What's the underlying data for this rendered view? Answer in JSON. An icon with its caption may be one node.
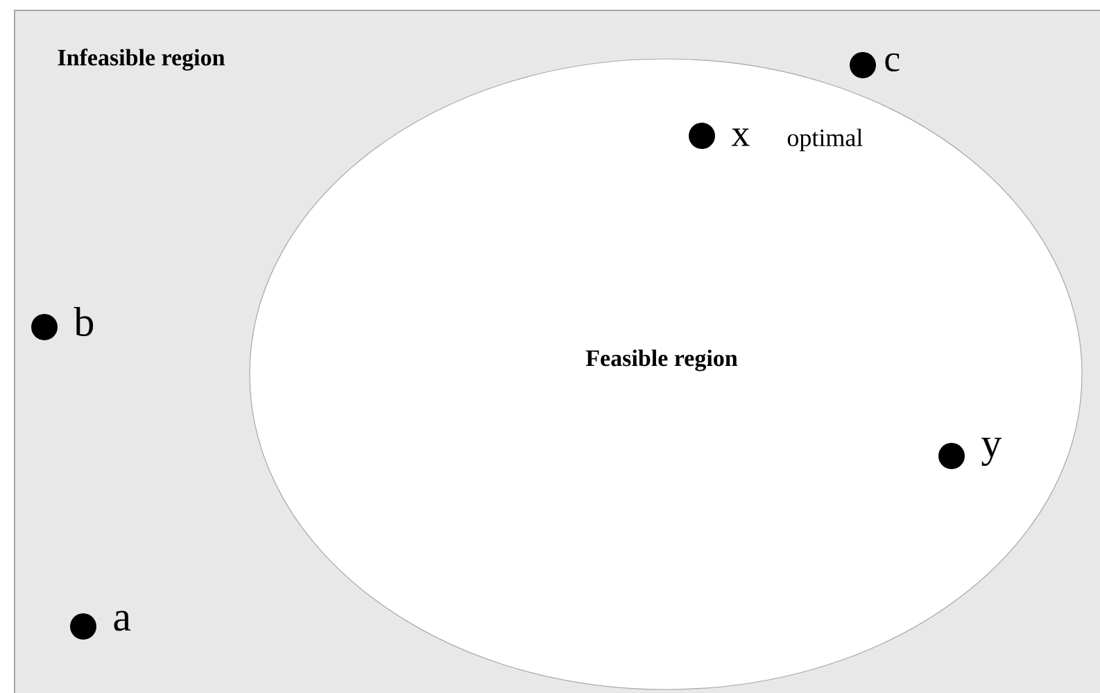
{
  "diagram": {
    "nodes": [
      {
        "text": [
          "Infeasible region"
        ]
      },
      {
        "text": [
          "Feasible region"
        ],
        "in": 0
      }
    ],
    "labels": [
      "c",
      "x",
      "optimal",
      "b",
      "y",
      "a"
    ]
  }
}
